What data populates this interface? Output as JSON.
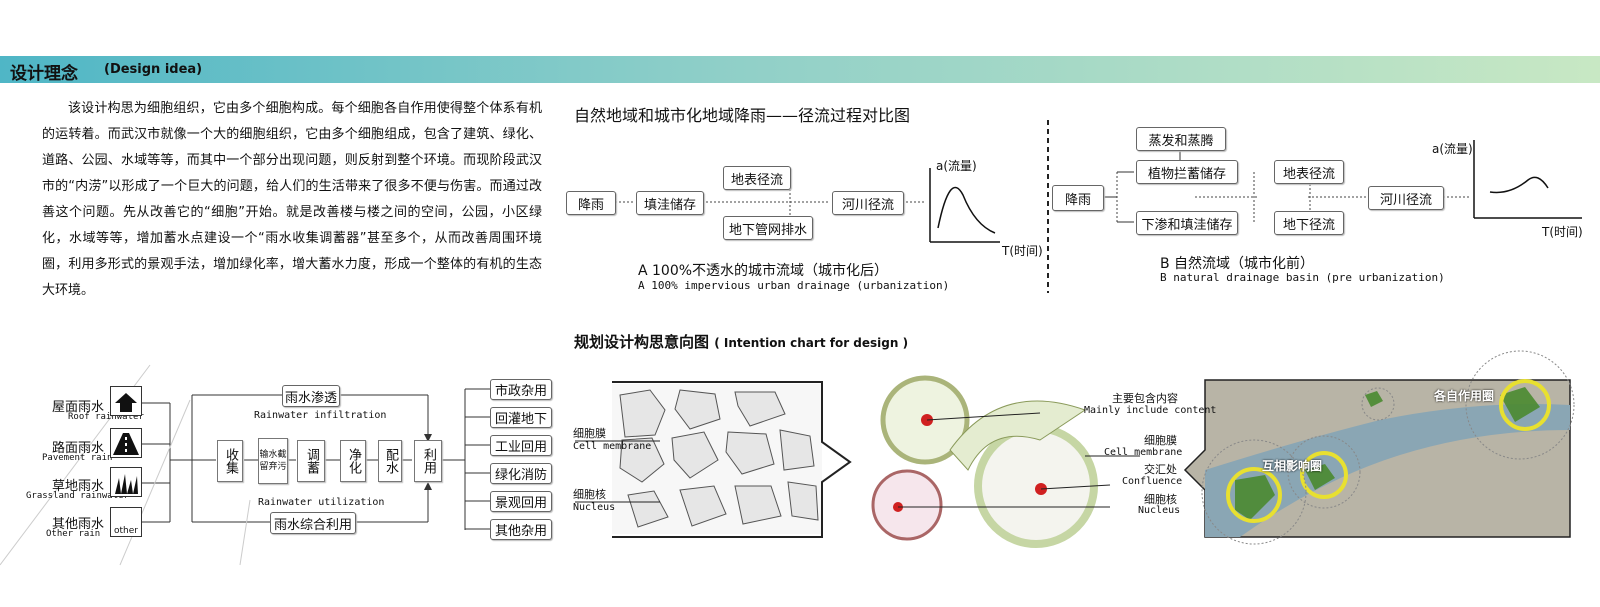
{
  "banner": {
    "title": "设计理念",
    "subtitle": "(Design idea)"
  },
  "intro": "该设计构思为细胞组织，它由多个细胞构成。每个细胞各自作用使得整个体系有机的运转着。而武汉市就像一个大的细胞组织，它由多个细胞组成，包含了建筑、绿化、道路、公园、水域等等，而其中一个部分出现问题，则反射到整个环境。而现阶段武汉市的“内涝”以形成了一个巨大的问题，给人们的生活带来了很多不便与伤害。而通过改善这个问题。先从改善它的“细胞”开始。就是改善楼与楼之间的空间，公园，小区绿化，水域等等，增加蓄水点建设一个“雨水收集调蓄器”甚至多个，从而改善周围环境圈，利用多形式的景观手法，增加绿化率，增大蓄水力度，形成一个整体的有机的生态大环境。",
  "runoff": {
    "title": "自然地域和城市化地域降雨——径流过程对比图",
    "a": {
      "rain": "降雨",
      "depression": "填洼储存",
      "surface": "地表径流",
      "pipe": "地下管网排水",
      "river": "河川径流",
      "y_axis": "a(流量)",
      "x_axis": "T(时间)",
      "caption_cn": "A 100%不透水的城市流域（城市化后）",
      "caption_en": "A  100% impervious urban drainage (urbanization)"
    },
    "b": {
      "rain": "降雨",
      "evap": "蒸发和蒸腾",
      "plant": "植物拦蓄储存",
      "infil": "下渗和填洼储存",
      "surface": "地表径流",
      "ground": "地下径流",
      "river": "河川径流",
      "y_axis": "a(流量)",
      "x_axis": "T(时间)",
      "caption_cn": "B 自然流域（城市化前）",
      "caption_en": "B natural drainage basin (pre urbanization)"
    }
  },
  "intention": {
    "title": "规划设计构思意向图",
    "subtitle": "( Intention chart for design )",
    "cell_membrane_cn": "细胞膜",
    "cell_membrane_en": "Cell membrane",
    "nucleus_cn": "细胞核",
    "nucleus_en": "Nucleus",
    "content_cn": "主要包含内容",
    "content_en": "Mainly include content",
    "membrane2_cn": "细胞膜",
    "membrane2_en": "Cell membrane",
    "confluence_cn": "交汇处",
    "confluence_en": "Confluence",
    "nucleus2_cn": "细胞核",
    "nucleus2_en": "Nucleus",
    "map_label1": "各自作用圈",
    "map_label2": "互相影响圈"
  },
  "rainflow": {
    "sources": [
      {
        "cn": "屋面雨水",
        "en": "Roof rainwater"
      },
      {
        "cn": "路面雨水",
        "en": "Pavement rain"
      },
      {
        "cn": "草地雨水",
        "en": "Grassland rainwater"
      },
      {
        "cn": "其他雨水",
        "en": "Other rain"
      }
    ],
    "other_icon": "other",
    "infiltration_cn": "雨水渗透",
    "infiltration_en": "Rainwater infiltration",
    "utilization_en": "Rainwater utilization",
    "utilization_cn": "雨水综合利用",
    "steps": [
      "收集",
      "输水截留弃污",
      "调蓄",
      "净化",
      "配水",
      "利用"
    ],
    "uses": [
      "市政杂用",
      "回灌地下",
      "工业回用",
      "绿化消防",
      "景观回用",
      "其他杂用"
    ]
  },
  "colors": {
    "banner_start": "#4fb6c6",
    "banner_end": "#c8e8c4",
    "nucleus_red": "#d02020",
    "map_green": "#4a8a30",
    "map_yellow": "#e8e030"
  }
}
